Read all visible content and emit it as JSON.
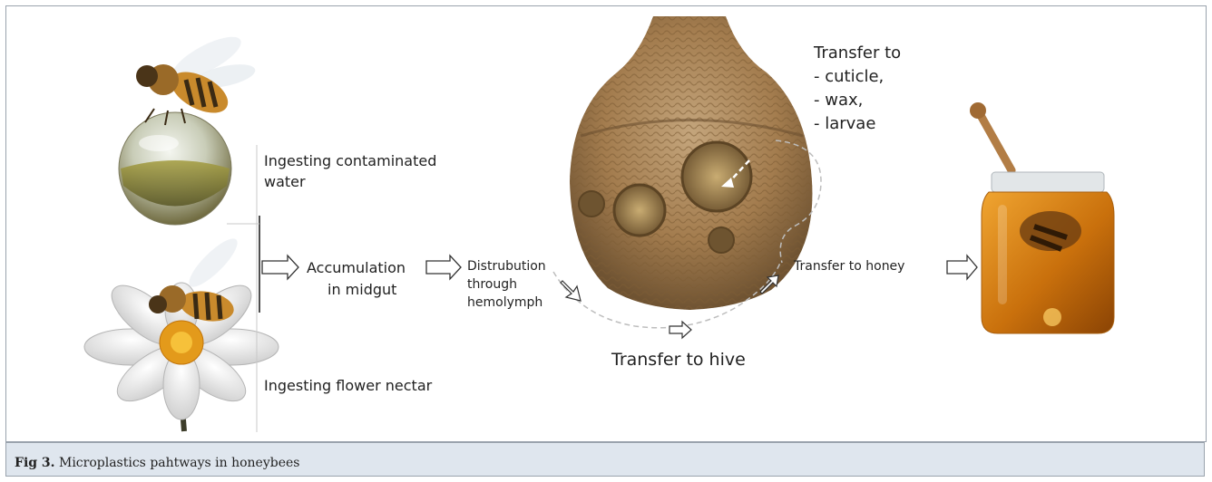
{
  "caption": {
    "prefix": "Fig 3.",
    "text": " Microplastics pahtways in honeybees"
  },
  "labels": {
    "ingest_water_line1": "Ingesting contaminated",
    "ingest_water_line2": "water",
    "ingest_nectar": "Ingesting flower nectar",
    "accumulation_line1": "Accumulation",
    "accumulation_line2": "in midgut",
    "distribution_line1": "Distrubution",
    "distribution_line2": "through",
    "distribution_line3": "hemolymph",
    "transfer_hive": "Transfer to hive",
    "transfer_honey": "Transfer to honey",
    "transfer_to_title": "Transfer to",
    "transfer_item1": "- cuticle,",
    "transfer_item2": "- wax,",
    "transfer_item3": "- larvae"
  },
  "colors": {
    "honey": "#d98a12",
    "straw": "#a37c4e",
    "caption_bg": "#dfe6ee"
  }
}
